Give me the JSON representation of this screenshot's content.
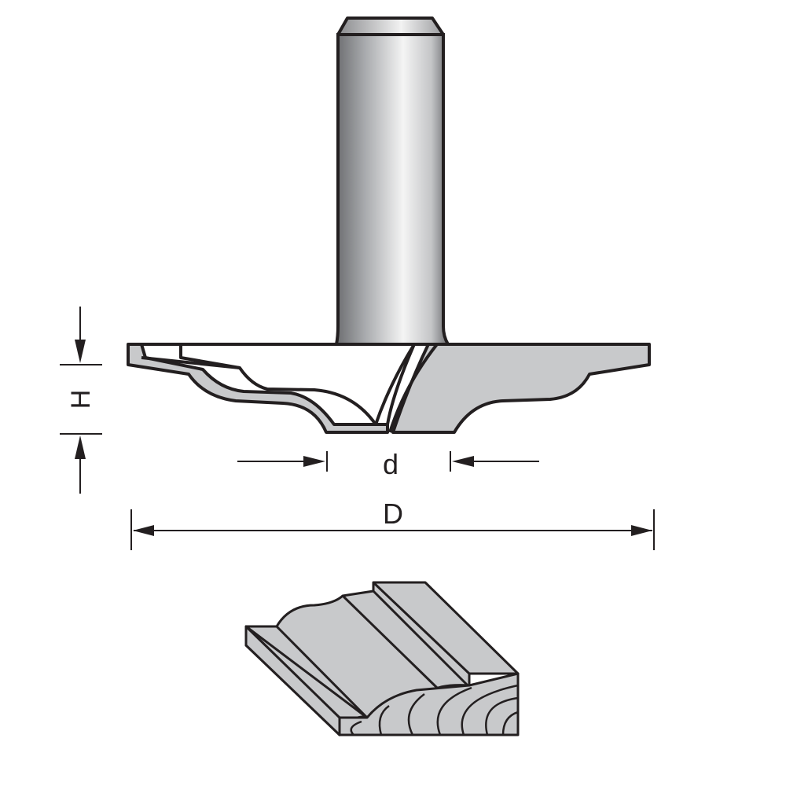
{
  "diagram": {
    "subject": "Router bit profile drawing",
    "labels": {
      "height": "H",
      "bearing_diameter": "d",
      "cutting_diameter": "D"
    },
    "colors": {
      "outline": "#231f20",
      "fill_gray": "#c8c9cb",
      "background": "#ffffff"
    },
    "parts": {
      "shank": "Cylindrical shank",
      "cutter": "Cutting head profile",
      "workpiece": "Resulting molded panel profile"
    }
  }
}
